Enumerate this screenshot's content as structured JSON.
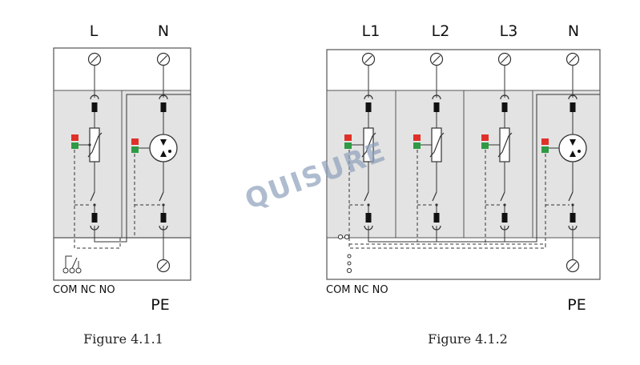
{
  "figure1": {
    "caption": "Figure 4.1.1",
    "labels": {
      "l": "L",
      "n": "N",
      "pe": "PE",
      "com": "COM NC NO"
    }
  },
  "figure2": {
    "caption": "Figure 4.1.2",
    "labels": {
      "l1": "L1",
      "l2": "L2",
      "l3": "L3",
      "n": "N",
      "pe": "PE",
      "com": "COM NC NO"
    }
  },
  "watermark": "QUISURE",
  "colors": {
    "module_fill": "#e3e3e3",
    "line": "#333333",
    "status_red": "#e0302a",
    "status_green": "#2e9a44",
    "watermark": "#8ea0bb"
  }
}
